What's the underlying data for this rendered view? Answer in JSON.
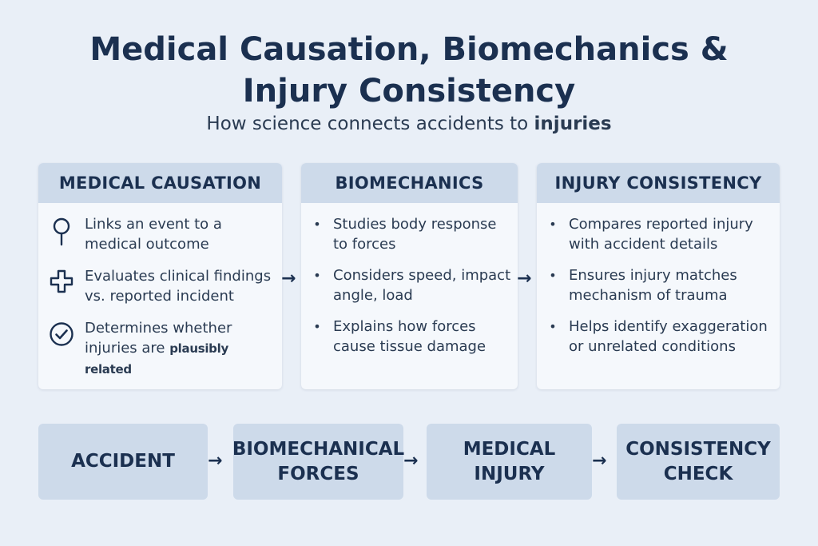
{
  "header": {
    "title_line1": "Medical Causation, Biomechanics &",
    "title_line2": "Injury Consistency",
    "subtitle_plain": "How science connects accidents to ",
    "subtitle_bold": "injuries"
  },
  "cards": {
    "causation": {
      "heading": "MEDICAL CAUSATION",
      "items": [
        {
          "icon": "pin-icon",
          "text": "Links an event to a medical outcome"
        },
        {
          "icon": "medical-cross-icon",
          "text": "Evaluates clinical findings vs. reported incident"
        },
        {
          "icon": "check-circle-icon",
          "text_start": "Determines whether injuries are ",
          "text_end": "plausibly related"
        }
      ]
    },
    "biomechanics": {
      "heading": "BIOMECHANICS",
      "items": [
        "Studies body response to forces",
        "Considers speed, impact angle, load",
        "Explains how forces cause tissue damage"
      ]
    },
    "consistency": {
      "heading": "INJURY CONSISTENCY",
      "items": [
        "Compares reported injury with accident details",
        "Ensures injury matches mechanism of trauma",
        "Helps identify exaggeration or unrelated conditions"
      ]
    }
  },
  "flow": {
    "step1": "ACCIDENT",
    "step2": "BIOMECHANICAL FORCES",
    "step3": "MEDICAL INJURY",
    "step4": "CONSISTENCY CHECK",
    "arrow": "→"
  },
  "colors": {
    "navy": "#1b3050",
    "card_header": "#cddaea",
    "background": "#e9eff7"
  }
}
